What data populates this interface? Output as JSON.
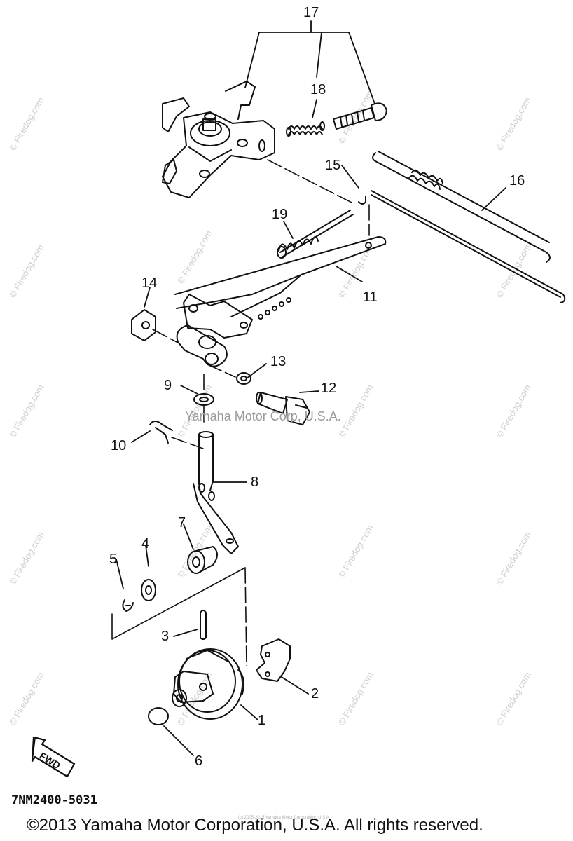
{
  "watermark": "© Firedog.com",
  "notice": "Yamaha Motor Corp, U.S.A.",
  "drawing_number": "7NM2400-5031",
  "copyright": "©2013 Yamaha Motor Corporation, U.S.A. All rights reserved.",
  "tiny_credit": "(c) 2005-2015 Yamaha Motor Corporation, U.S.A.",
  "fwd_label": "FWD",
  "callouts": {
    "c1": "1",
    "c2": "2",
    "c3": "3",
    "c4": "4",
    "c5": "5",
    "c6": "6",
    "c7": "7",
    "c8": "8",
    "c9": "9",
    "c10": "10",
    "c11": "11",
    "c12": "12",
    "c13": "13",
    "c14": "14",
    "c15": "15",
    "c16": "16",
    "c17": "17",
    "c18": "18",
    "c19": "19"
  }
}
